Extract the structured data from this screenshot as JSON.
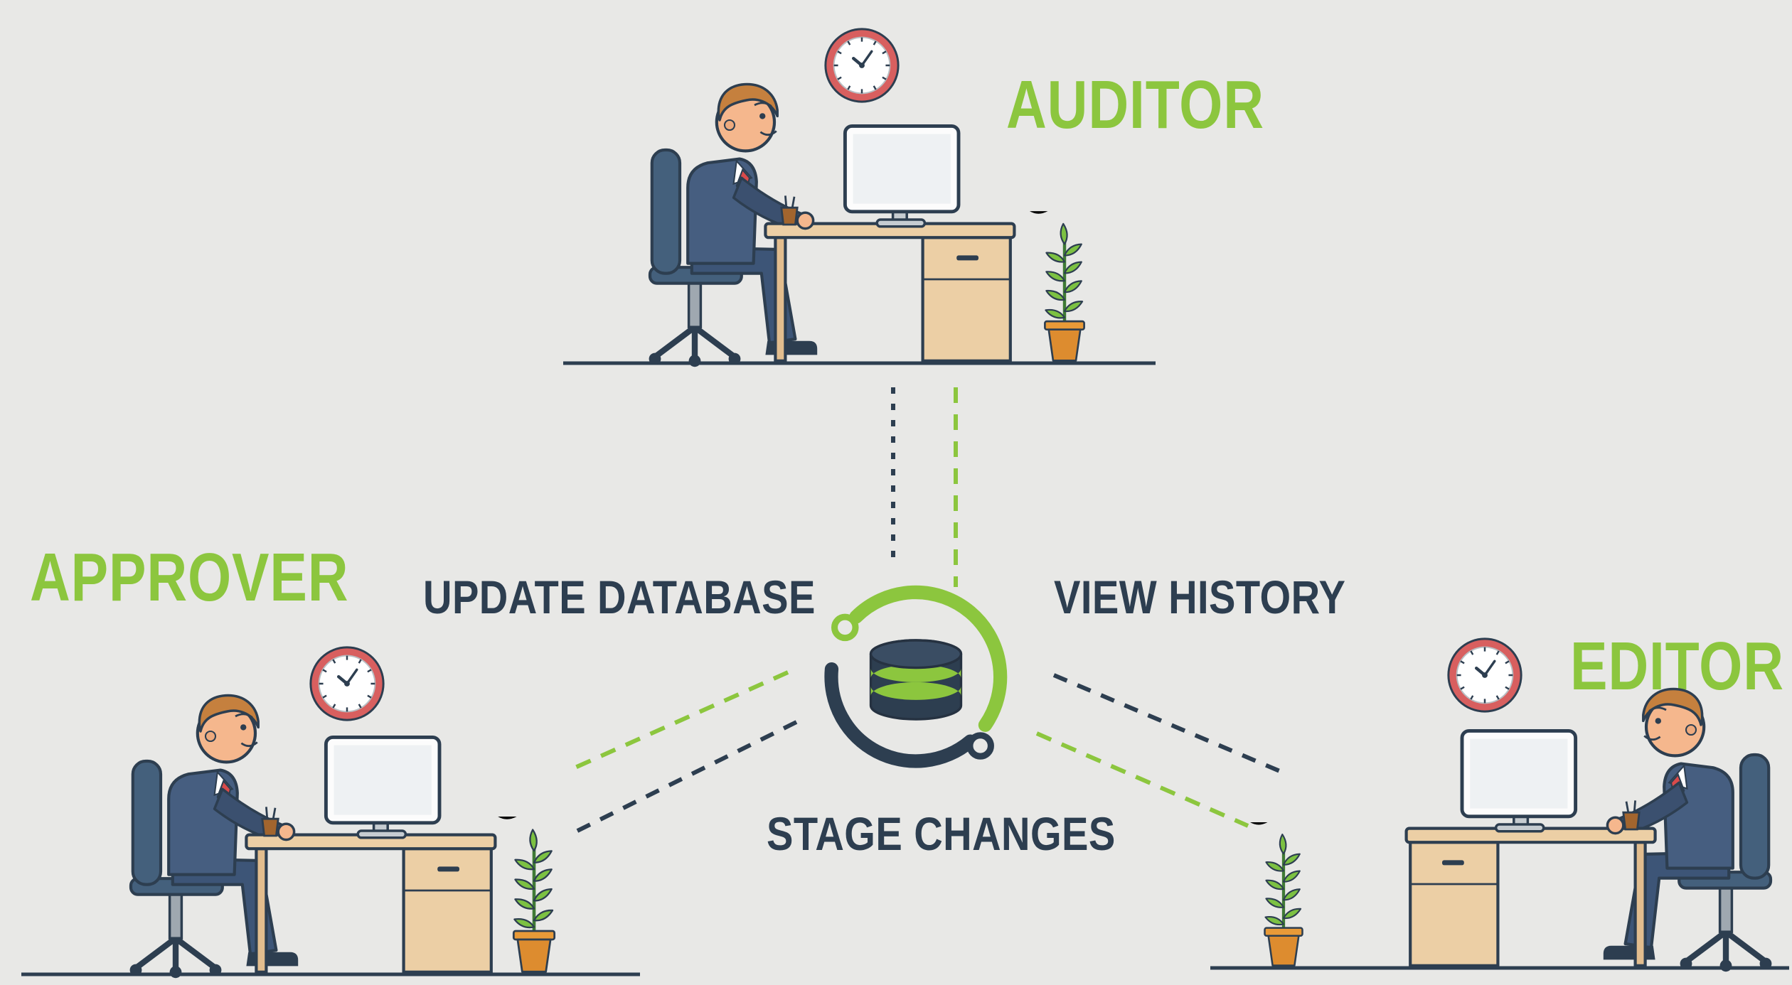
{
  "title": "Database roles workflow illustration",
  "background": "#e8e8e6",
  "colors": {
    "accent_green": "#8cc63e",
    "dark_navy": "#2d3e50",
    "clock_red": "#d85f5f",
    "desk_tan": "#eccfa5",
    "pot_orange": "#dd8c2f",
    "leaf_green": "#7cc142",
    "suit_blue": "#465e80",
    "skin": "#f5b78d",
    "hair": "#c5803e"
  },
  "roles": [
    {
      "id": "auditor",
      "label": "AUDITOR",
      "position": "top-center"
    },
    {
      "id": "approver",
      "label": "APPROVER",
      "position": "bottom-left"
    },
    {
      "id": "editor",
      "label": "EDITOR",
      "position": "bottom-right"
    }
  ],
  "actions": [
    {
      "id": "update-database",
      "label": "UPDATE DATABASE",
      "position": "center-left"
    },
    {
      "id": "view-history",
      "label": "VIEW HISTORY",
      "position": "center-right"
    },
    {
      "id": "stage-changes",
      "label": "STAGE CHANGES",
      "position": "center-bottom"
    }
  ],
  "center": {
    "icon": "database-sync-icon"
  },
  "scene_icons": [
    "wall-clock-icon",
    "potted-plant-icon",
    "person-at-desk-illustration"
  ]
}
